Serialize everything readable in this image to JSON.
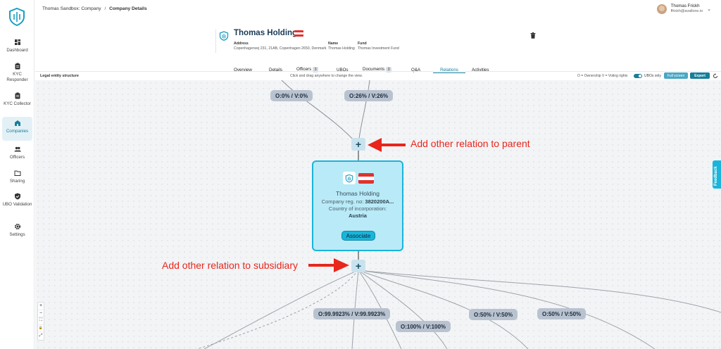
{
  "breadcrumb": {
    "org": "Thomas Sandbox:",
    "section": "Company",
    "separator": "/",
    "current": "Company Details"
  },
  "user": {
    "name": "Thomas Frickh",
    "email": "ffrickh@avallone.io"
  },
  "sidebar": {
    "items": [
      {
        "label": "Dashboard",
        "icon": "dashboard-icon"
      },
      {
        "label": "KYC Responder",
        "icon": "clipboard-icon"
      },
      {
        "label": "KYC Collector",
        "icon": "clipboard-icon"
      },
      {
        "label": "Companies",
        "icon": "building-icon",
        "active": true
      },
      {
        "label": "Officers",
        "icon": "people-icon"
      },
      {
        "label": "Sharing",
        "icon": "folder-icon"
      },
      {
        "label": "UBO Validation",
        "icon": "shield-check-icon"
      },
      {
        "label": "Settings",
        "icon": "gear-icon"
      }
    ]
  },
  "company": {
    "name": "Thomas Holding",
    "address_label": "Address",
    "address": "Copenhagenvej 231, 21AB, Copenhagen 2650, Denmark",
    "name_label": "Name",
    "name_value": "Thomas Holding",
    "fund_label": "Fund",
    "fund_value": "Thomas Investment Fund"
  },
  "tabs": [
    {
      "label": "Overview"
    },
    {
      "label": "Details"
    },
    {
      "label": "Officers",
      "badge": "3"
    },
    {
      "label": "UBOs"
    },
    {
      "label": "Documents",
      "badge": "3"
    },
    {
      "label": "Q&A"
    },
    {
      "label": "Relations",
      "active": true
    },
    {
      "label": "Activities"
    }
  ],
  "toolbar": {
    "title": "Legal entity structure",
    "hint": "Click and drag anywhere to change the view.",
    "legend": "O = Ownership  V = Voting rights",
    "toggle_label": "UBOs only",
    "toggle_on": true,
    "fullscreen_label": "Full screen",
    "export_label": "Export"
  },
  "graph": {
    "parent_edges": [
      "O:0% / V:0%",
      "O:26% / V:26%"
    ],
    "subsidiary_edges": [
      "O:99.9923% / V:99.9923%",
      "O:100% / V:100%",
      "O:50% / V:50%",
      "O:50% / V:50%"
    ],
    "plus_symbol": "+",
    "node": {
      "name": "Thomas Holding",
      "reg_label": "Company reg. no:",
      "reg_value": "3820200A...",
      "country_label": "Country of incorporation:",
      "country_value": "Austria",
      "tag": "Associate"
    }
  },
  "annotations": {
    "parent": "Add other relation to parent",
    "subsidiary": "Add other relation to subsidiary",
    "color": "#e8261c"
  },
  "zoom_controls": [
    "+",
    "−",
    "⛶",
    "🔒",
    "⤢"
  ],
  "feedback_label": "Feedback",
  "colors": {
    "accent": "#177e9b",
    "node_border": "#19b5da",
    "node_fill": "#b9eaf7",
    "pill": "#b9c3d0"
  }
}
